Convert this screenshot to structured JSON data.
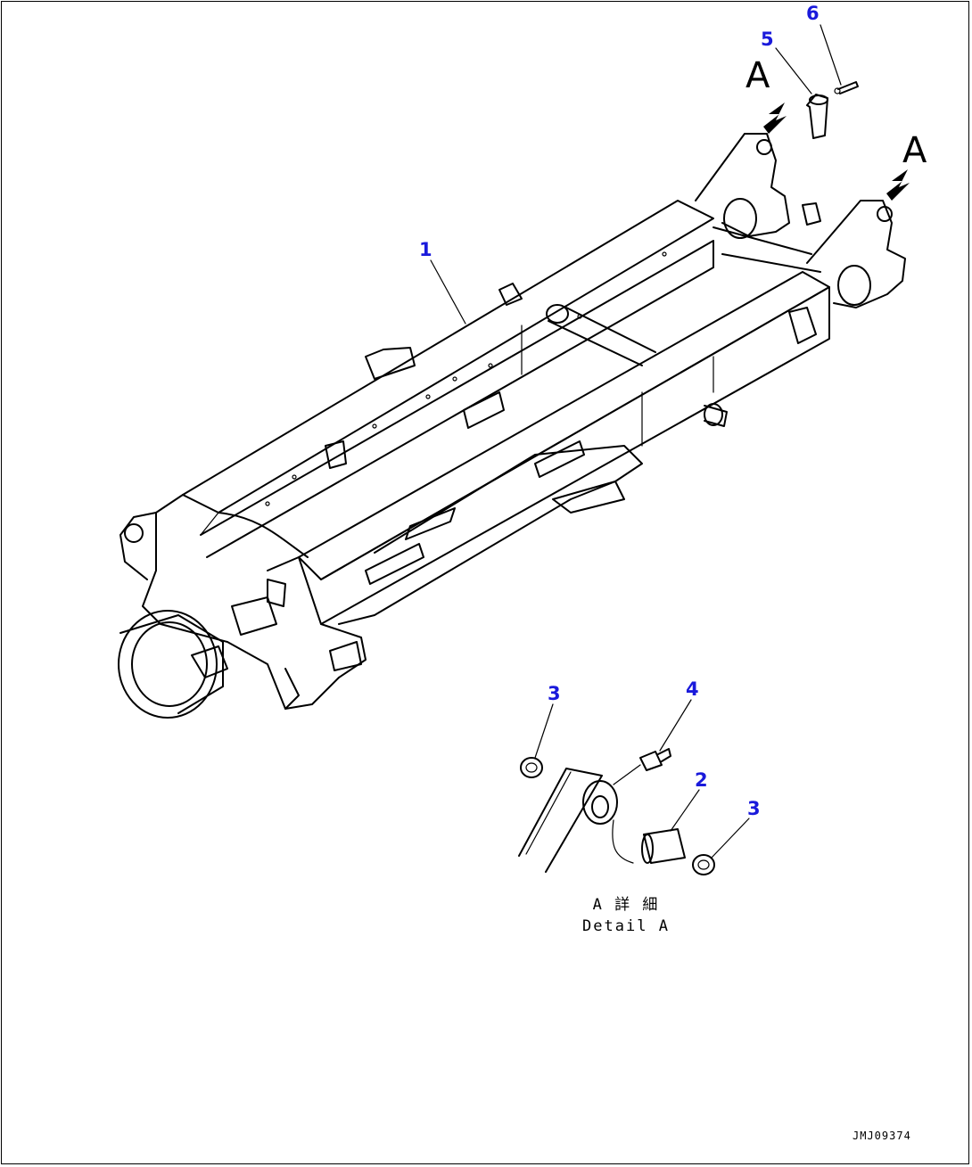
{
  "callouts": [
    {
      "label": "1"
    },
    {
      "label": "2"
    },
    {
      "label": "3"
    },
    {
      "label": "3"
    },
    {
      "label": "4"
    },
    {
      "label": "5"
    },
    {
      "label": "6"
    }
  ],
  "view_markers": [
    "A",
    "A"
  ],
  "detail": {
    "title_jp": "A 詳 細",
    "title_en": "Detail A"
  },
  "drawing_code": "JMJ09374",
  "colors": {
    "callout": "#1a1adb",
    "line": "#000000"
  }
}
